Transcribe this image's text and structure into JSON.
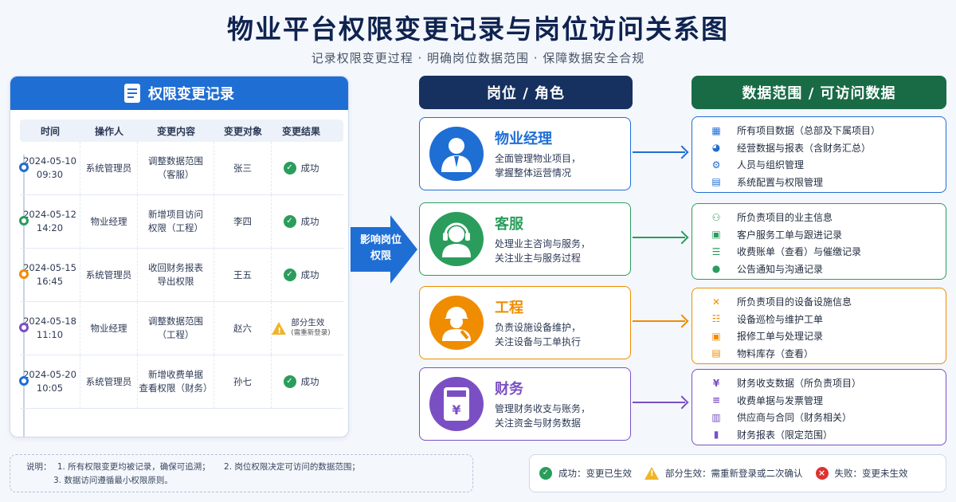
{
  "title": "物业平台权限变更记录与岗位访问关系图",
  "subtitle": "记录权限变更过程 · 明确岗位数据范围 · 保障数据安全合规",
  "log_panel": {
    "header": "权限变更记录",
    "columns": [
      "时间",
      "操作人",
      "变更内容",
      "变更对象",
      "变更结果"
    ],
    "rows": [
      {
        "date": "2024-05-10",
        "time": "09:30",
        "operator": "系统管理员",
        "content_1": "调整数据范围",
        "content_2": "（客服）",
        "target": "张三",
        "result": "成功",
        "status": "success",
        "dot_color": "#1f6ed4"
      },
      {
        "date": "2024-05-12",
        "time": "14:20",
        "operator": "物业经理",
        "content_1": "新增项目访问",
        "content_2": "权限（工程）",
        "target": "李四",
        "result": "成功",
        "status": "success",
        "dot_color": "#2a9d5c"
      },
      {
        "date": "2024-05-15",
        "time": "16:45",
        "operator": "系统管理员",
        "content_1": "收回财务报表",
        "content_2": "导出权限",
        "target": "王五",
        "result": "成功",
        "status": "success",
        "dot_color": "#f08c00"
      },
      {
        "date": "2024-05-18",
        "time": "11:10",
        "operator": "物业经理",
        "content_1": "调整数据范围",
        "content_2": "（工程）",
        "target": "赵六",
        "result": "部分生效",
        "result_note": "(需重新登录)",
        "status": "partial",
        "dot_color": "#7b4fc4"
      },
      {
        "date": "2024-05-20",
        "time": "10:05",
        "operator": "系统管理员",
        "content_1": "新增收费单据",
        "content_2": "查看权限（财务）",
        "target": "孙七",
        "result": "成功",
        "status": "success",
        "dot_color": "#1f6ed4"
      }
    ]
  },
  "arrow_label_1": "影响岗位",
  "arrow_label_2": "权限",
  "roles_header": "岗位 / 角色",
  "data_header": "数据范围 / 可访问数据",
  "roles": [
    {
      "name": "物业经理",
      "desc_1": "全面管理物业项目，",
      "desc_2": "掌握整体运营情况",
      "color": "#1f6ed4",
      "icon": "manager-icon"
    },
    {
      "name": "客服",
      "desc_1": "处理业主咨询与服务，",
      "desc_2": "关注业主与服务过程",
      "color": "#2a9d5c",
      "icon": "headset-icon"
    },
    {
      "name": "工程",
      "desc_1": "负责设施设备维护，",
      "desc_2": "关注设备与工单执行",
      "color": "#f08c00",
      "icon": "engineer-icon"
    },
    {
      "name": "财务",
      "desc_1": "管理财务收支与账务，",
      "desc_2": "关注资金与财务数据",
      "color": "#7b4fc4",
      "icon": "calculator-icon"
    }
  ],
  "data_scopes": [
    {
      "color": "#1f6ed4",
      "items": [
        {
          "text": "所有项目数据（总部及下属项目）",
          "icon": "building-icon"
        },
        {
          "text": "经营数据与报表（含财务汇总）",
          "icon": "pie-chart-icon"
        },
        {
          "text": "人员与组织管理",
          "icon": "gear-icon"
        },
        {
          "text": "系统配置与权限管理",
          "icon": "document-icon"
        }
      ]
    },
    {
      "color": "#2a9d5c",
      "items": [
        {
          "text": "所负责项目的业主信息",
          "icon": "users-icon"
        },
        {
          "text": "客户服务工单与跟进记录",
          "icon": "calendar-icon"
        },
        {
          "text": "收费账单（查看）与催缴记录",
          "icon": "bill-icon"
        },
        {
          "text": "公告通知与沟通记录",
          "icon": "chat-icon"
        }
      ]
    },
    {
      "color": "#f08c00",
      "items": [
        {
          "text": "所负责项目的设备设施信息",
          "icon": "tools-icon"
        },
        {
          "text": "设备巡检与维护工单",
          "icon": "checklist-icon"
        },
        {
          "text": "报修工单与处理记录",
          "icon": "calendar-icon"
        },
        {
          "text": "物料库存（查看）",
          "icon": "document-icon"
        }
      ]
    },
    {
      "color": "#7b4fc4",
      "items": [
        {
          "text": "财务收支数据（所负责项目）",
          "icon": "yen-icon"
        },
        {
          "text": "收费单据与发票管理",
          "icon": "receipt-icon"
        },
        {
          "text": "供应商与合同（财务相关）",
          "icon": "contract-icon"
        },
        {
          "text": "财务报表（限定范围）",
          "icon": "bar-chart-icon"
        }
      ]
    }
  ],
  "notes": {
    "label": "说明：",
    "line_1a": "1. 所有权限变更均被记录，确保可追溯；",
    "line_1b": "2. 岗位权限决定可访问的数据范围；",
    "line_2": "3. 数据访问遵循最小权限原则。"
  },
  "legend": [
    {
      "text": "成功：变更已生效",
      "icon": "success-icon"
    },
    {
      "text": "部分生效：需重新登录或二次确认",
      "icon": "warning-icon"
    },
    {
      "text": "失败：变更未生效",
      "icon": "fail-icon"
    }
  ]
}
